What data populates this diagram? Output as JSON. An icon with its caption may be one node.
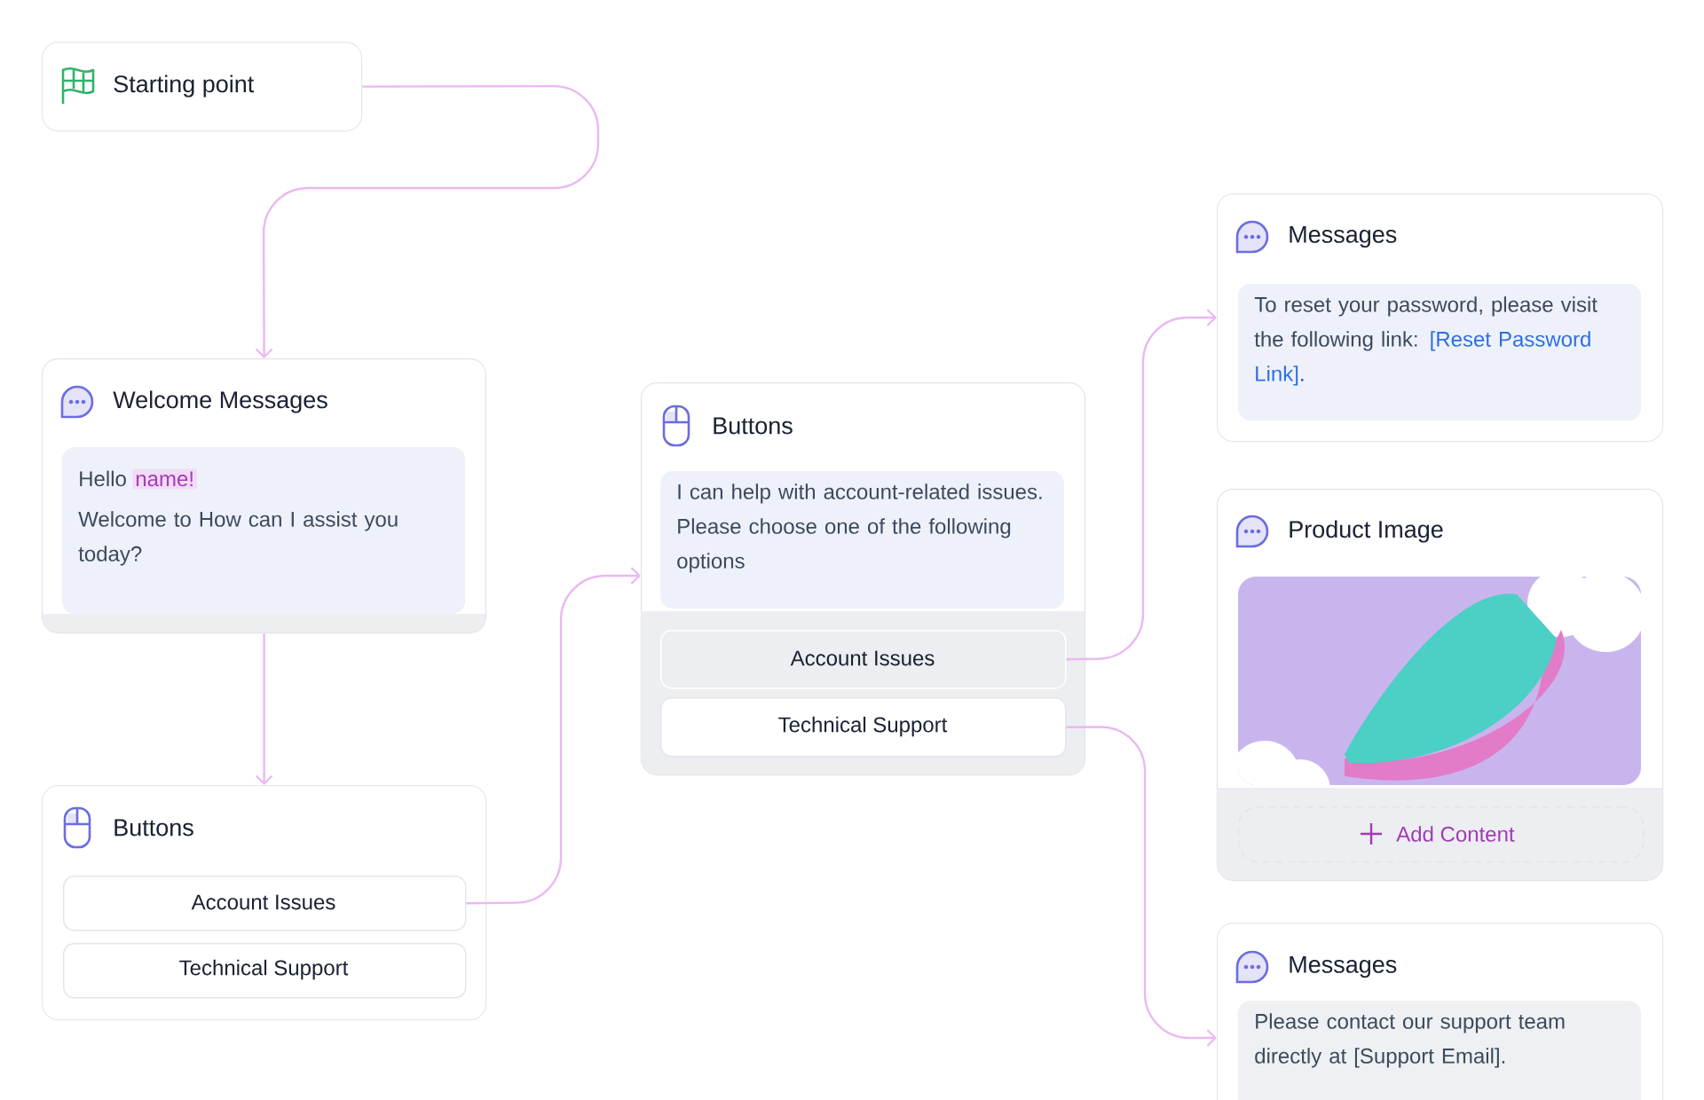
{
  "diagram": {
    "nodes": [
      {
        "text": [
          "Starting point"
        ]
      },
      {
        "text": [
          "Welcome Messages",
          "Hello",
          "name!",
          "Welcome to How can I assist you today?"
        ]
      },
      {
        "text": [
          "Buttons"
        ]
      },
      {
        "text": [
          "Account Issues"
        ],
        "in": 2
      },
      {
        "text": [
          "Technical Support"
        ],
        "in": 2
      },
      {
        "text": [
          "Buttons",
          "I can help with account-related issues. Please choose one of the following options"
        ]
      },
      {
        "text": [
          "Account Issues"
        ],
        "in": 5
      },
      {
        "text": [
          "Technical Support"
        ],
        "in": 5
      },
      {
        "text": [
          "Messages",
          "To reset your password, please visit the following link:",
          "[Reset Password Link]",
          "."
        ]
      },
      {
        "text": [
          "Product Image"
        ]
      },
      {
        "text": [
          "Add Content"
        ],
        "in": 9
      },
      {
        "text": [
          "Messages",
          "Please contact our support team directly at [Support Email]."
        ]
      }
    ],
    "edges": [
      {
        "from": 0,
        "to": 1,
        "arrow": "to"
      },
      {
        "from": 1,
        "to": 2,
        "arrow": "to"
      },
      {
        "from": 3,
        "to": 5,
        "arrow": "to"
      },
      {
        "from": 6,
        "to": 8,
        "arrow": "to"
      },
      {
        "from": 7,
        "to": 11,
        "arrow": "to"
      }
    ]
  }
}
